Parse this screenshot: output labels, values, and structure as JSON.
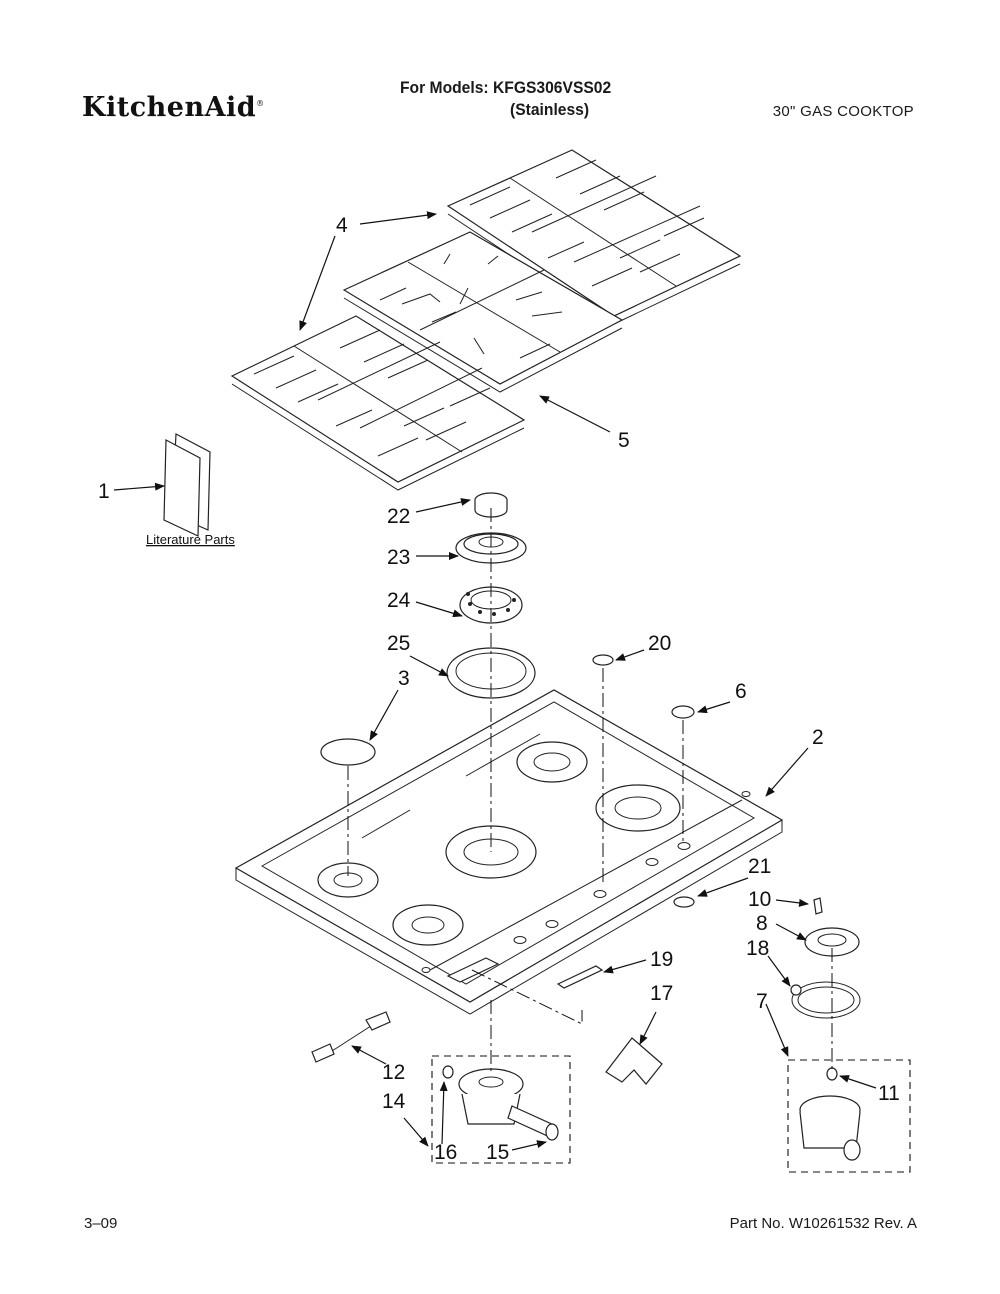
{
  "header": {
    "brand": "KitchenAid",
    "models_line": "For Models: KFGS306VSS02",
    "finish": "(Stainless)",
    "product": "30\" GAS COOKTOP"
  },
  "footer": {
    "date": "3–09",
    "part_number": "Part No. W10261532 Rev. A"
  },
  "literature_label": "Literature Parts",
  "callouts": {
    "c1": "1",
    "c2": "2",
    "c3": "3",
    "c4": "4",
    "c5": "5",
    "c6": "6",
    "c7": "7",
    "c8": "8",
    "c10": "10",
    "c11": "11",
    "c12": "12",
    "c14": "14",
    "c15": "15",
    "c16": "16",
    "c17": "17",
    "c18": "18",
    "c19": "19",
    "c20": "20",
    "c21": "21",
    "c22": "22",
    "c23": "23",
    "c24": "24",
    "c25": "25"
  }
}
